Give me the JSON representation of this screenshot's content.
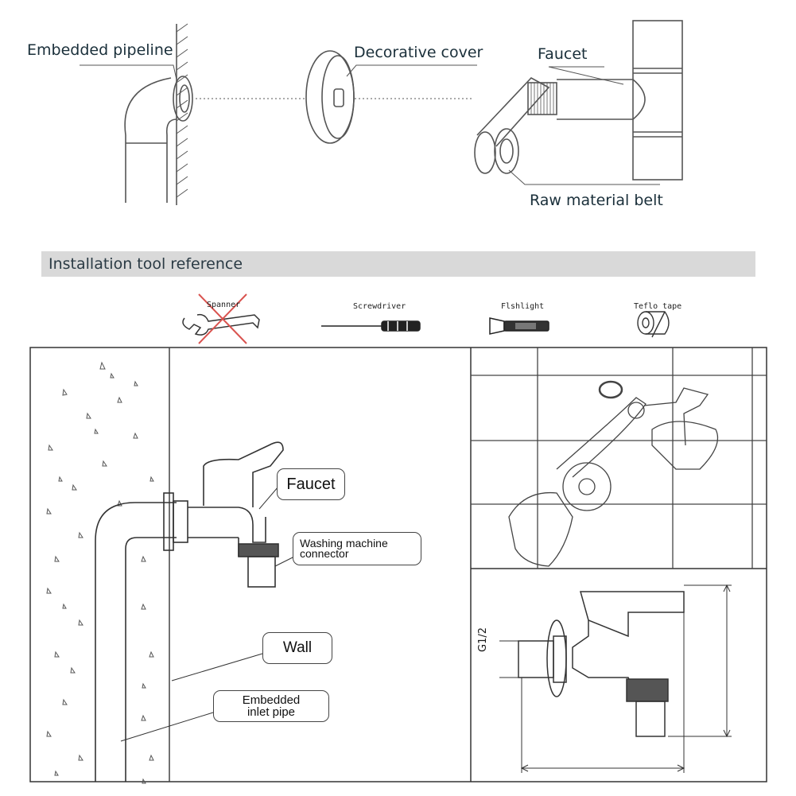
{
  "top_diagram": {
    "embedded_pipeline": "Embedded pipeline",
    "decorative_cover": "Decorative cover",
    "faucet": "Faucet",
    "raw_material_belt": "Raw material belt"
  },
  "tools_section": {
    "title": "Installation tool reference",
    "tools": [
      {
        "label": "Spanner",
        "crossed_out": true
      },
      {
        "label": "Screwdriver",
        "crossed_out": false
      },
      {
        "label": "Flshlight",
        "crossed_out": false
      },
      {
        "label": "Teflo tape",
        "crossed_out": false
      }
    ]
  },
  "install_diagram": {
    "faucet": "Faucet",
    "connector_line1": "Washing machine",
    "connector_line2": "connector",
    "wall": "Wall",
    "pipe_line1": "Embedded",
    "pipe_line2": "inlet pipe",
    "dimension": "G1/2"
  },
  "colors": {
    "cross_out": "#d9534f",
    "banner": "#d9d9d9",
    "label_text": "#1a2f3a"
  }
}
